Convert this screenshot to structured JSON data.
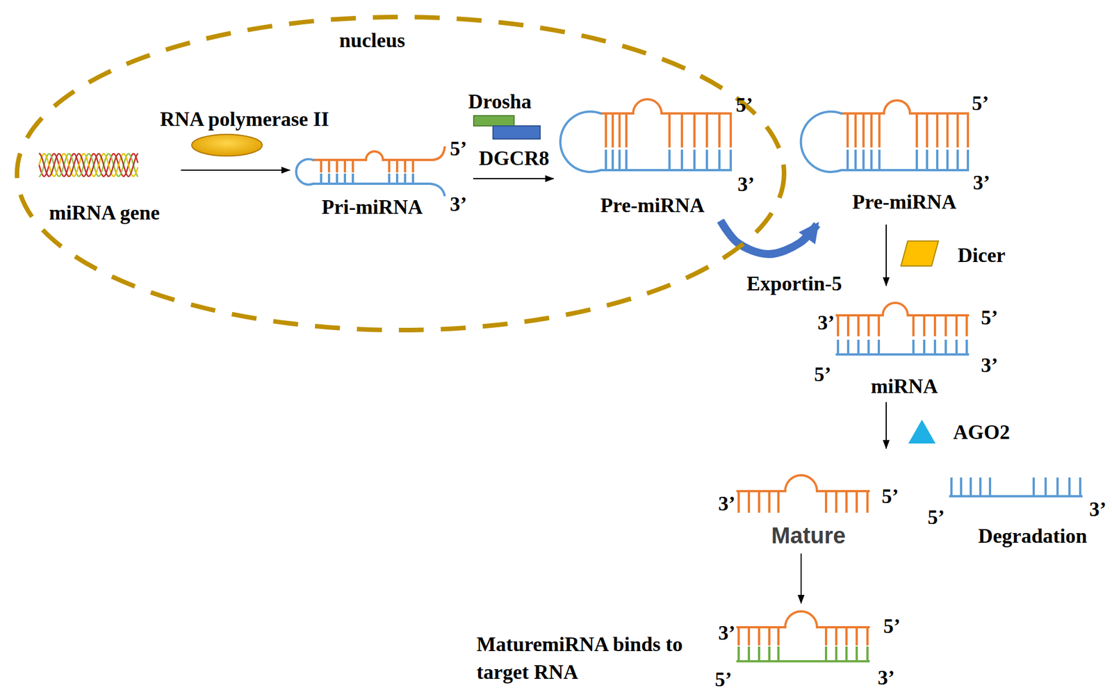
{
  "diagram": {
    "nodes": [
      {
        "text": [
          "nucleus"
        ]
      },
      {
        "text": [
          "miRNA gene"
        ],
        "in": 0
      },
      {
        "text": [
          "Pri-miRNA",
          "5’",
          "3’"
        ],
        "in": 0
      },
      {
        "text": [
          "Pre-miRNA",
          "5’",
          "3’"
        ],
        "in": 0
      },
      {
        "text": [
          "Pre-miRNA",
          "5’",
          "3’"
        ]
      },
      {
        "text": [
          "miRNA",
          "3’",
          "5’",
          "5’",
          "3’"
        ]
      },
      {
        "text": [
          "Mature",
          "3’",
          "5’"
        ]
      },
      {
        "text": [
          "Degradation",
          "5’",
          "3’"
        ]
      },
      {
        "text": [
          "MaturemiRNA binds to target RNA",
          "3’",
          "5’",
          "5’",
          "3’"
        ]
      }
    ],
    "edges": [
      {
        "from": 1,
        "to": 2,
        "arrow": "to"
      },
      {
        "from": 2,
        "to": 3,
        "arrow": "to"
      },
      {
        "from": 3,
        "to": 4,
        "arrow": "to"
      },
      {
        "from": 4,
        "to": 5,
        "arrow": "to"
      },
      {
        "from": 5,
        "to": 6,
        "arrow": "to"
      },
      {
        "from": 6,
        "to": 8,
        "arrow": "to"
      }
    ],
    "labels": [
      "RNA polymerase II",
      "Drosha",
      "DGCR8",
      "Exportin-5",
      "Dicer",
      "AGO2"
    ]
  }
}
